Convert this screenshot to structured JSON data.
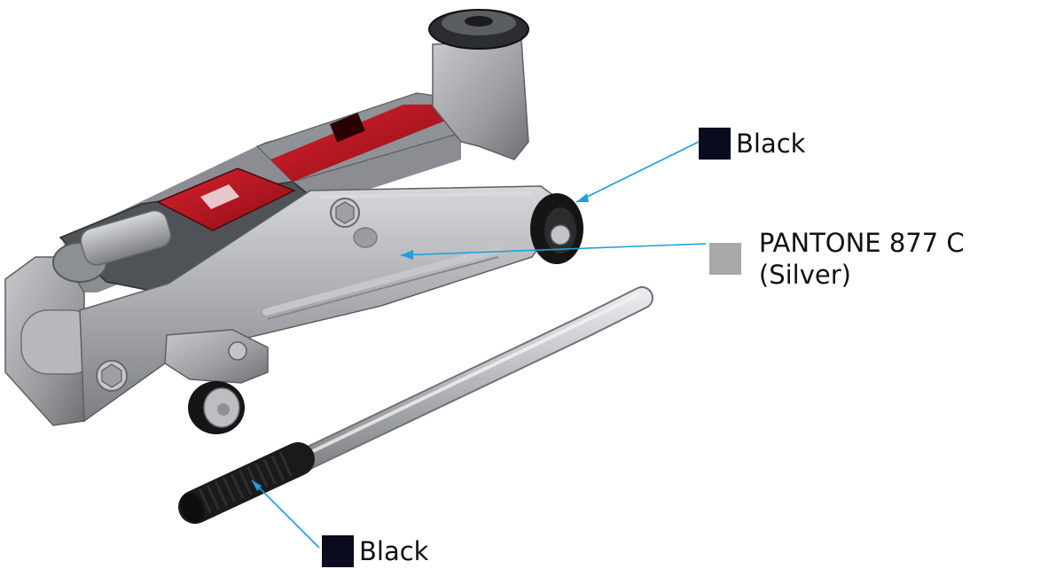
{
  "callouts": {
    "wheel": {
      "label": "Black",
      "swatch_color": "#0b0b1f"
    },
    "body": {
      "label": "PANTONE 877 C (Silver)",
      "swatch_color": "#a8a8aa"
    },
    "grip": {
      "label": "Black",
      "swatch_color": "#0b0b1f"
    }
  },
  "colors": {
    "leader_line": "#1ea0d8",
    "jack_silver": "#a9abb0",
    "jack_dark": "#55585d",
    "plate_red": "#c1121f",
    "rubber_black": "#1a1a1a"
  }
}
